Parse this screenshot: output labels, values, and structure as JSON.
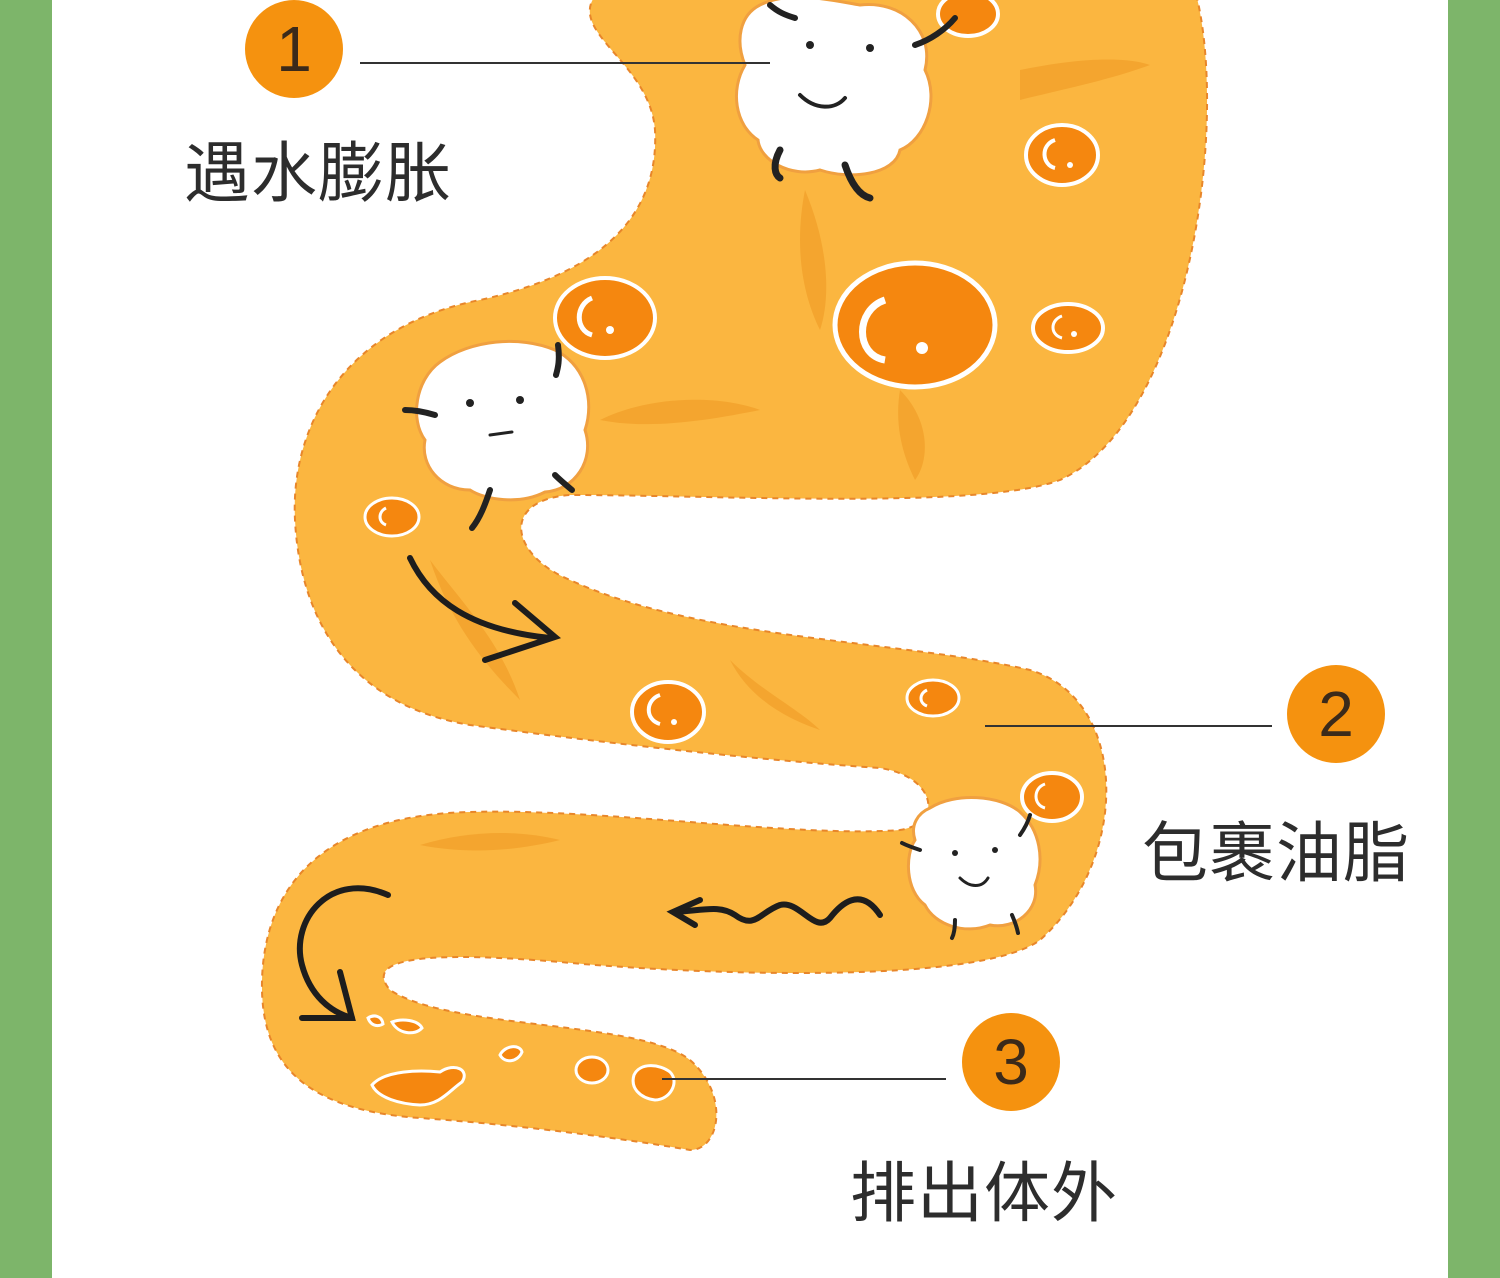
{
  "colors": {
    "frame": "#7db56a",
    "background": "#ffffff",
    "intestine": "#fbb640",
    "oil": "#f5870f",
    "badge": "#f5920f",
    "line": "#333333"
  },
  "steps": [
    {
      "number": "1",
      "label": "遇水膨胀"
    },
    {
      "number": "2",
      "label": "包裹油脂"
    },
    {
      "number": "3",
      "label": "排出体外"
    }
  ],
  "illustration": {
    "subject": "intestine",
    "characters": [
      "fiber-character-top",
      "fiber-character-middle",
      "fiber-character-lower"
    ],
    "icons": [
      "oil-droplet-icon",
      "curved-arrow-icon",
      "wavy-arrow-icon",
      "u-turn-arrow-icon"
    ]
  }
}
